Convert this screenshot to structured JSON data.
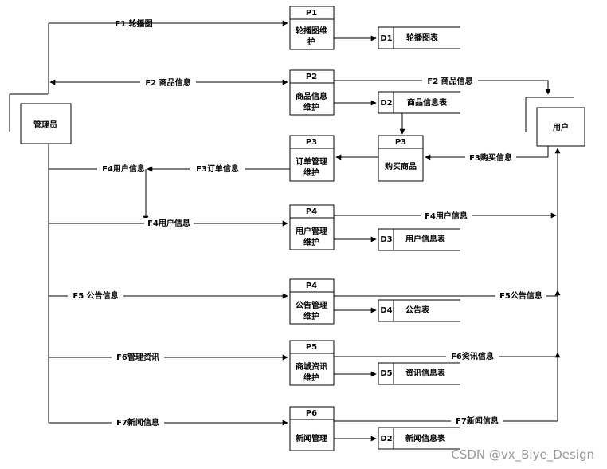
{
  "entities": {
    "admin": "管理员",
    "user": "用户"
  },
  "processes": {
    "p1": {
      "id": "P1",
      "name_line1": "轮播图维",
      "name_line2": "护"
    },
    "p2": {
      "id": "P2",
      "name_line1": "商品信息",
      "name_line2": "维护"
    },
    "p3_order": {
      "id": "P3",
      "name_line1": "订单管理",
      "name_line2": "维护"
    },
    "p3_buy": {
      "id": "P3",
      "name_line1": "购买商品"
    },
    "p4_user": {
      "id": "P4",
      "name_line1": "用户管理",
      "name_line2": "维护"
    },
    "p4_notice": {
      "id": "P4",
      "name_line1": "公告管理",
      "name_line2": "维护"
    },
    "p5": {
      "id": "P5",
      "name_line1": "商城资讯",
      "name_line2": "维护"
    },
    "p6": {
      "id": "P6",
      "name_line1": "新闻管理"
    }
  },
  "stores": {
    "d1": {
      "id": "D1",
      "name": "轮播图表"
    },
    "d2_goods": {
      "id": "D2",
      "name": "商品信息表"
    },
    "d3": {
      "id": "D3",
      "name": "用户信息表"
    },
    "d4": {
      "id": "D4",
      "name": "公告表"
    },
    "d5": {
      "id": "D5",
      "name": "资讯信息表"
    },
    "d2_news": {
      "id": "D2",
      "name": "新闻信息表"
    }
  },
  "flows": {
    "f1": "F1 轮播图",
    "f2_admin": "F2 商品信息",
    "f2_user": "F2 商品信息",
    "f3_buy": "F3购买信息",
    "f3_order": "F3订单信息",
    "f4_left": "F4用户信息",
    "f4_mid": "F4用户信息",
    "f4_right": "F4用户信息",
    "f5_left": "F5 公告信息",
    "f5_right": "F5公告信息",
    "f6_left": "F6管理资讯",
    "f6_right": "F6资讯信息",
    "f7_left": "F7新闻信息",
    "f7_right": "F7新闻信息"
  },
  "watermark": "CSDN @vx_Biye_Design"
}
